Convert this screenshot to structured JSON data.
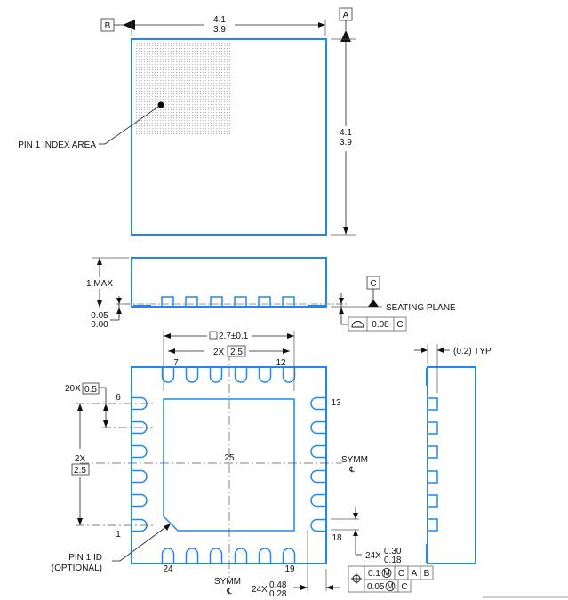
{
  "colors": {
    "package_outline": "#1e88f0",
    "dimension": "#222222"
  },
  "top_view": {
    "datum_a": "A",
    "datum_b": "B",
    "width_max": "4.1",
    "width_min": "3.9",
    "height_max": "4.1",
    "height_min": "3.9",
    "pin1_label": "PIN 1 INDEX AREA"
  },
  "side_view": {
    "height_label": "1 MAX",
    "standoff_max": "0.05",
    "standoff_min": "0.00",
    "datum_c": "C",
    "seating_plane_label": "SEATING PLANE",
    "flatness_symbol": "profile-surface-icon",
    "flatness_value": "0.08",
    "flatness_datum": "C"
  },
  "bottom_view": {
    "pad_size": "2.7±0.1",
    "pitch_span_prefix": "2X",
    "pitch_span_value": "2.5",
    "pin_pitch_prefix": "20X",
    "pin_pitch_value": "0.5",
    "left_span_prefix": "2X",
    "left_span_value": "2.5",
    "pin_labels": {
      "p1": "1",
      "p6": "6",
      "p7": "7",
      "p12": "12",
      "p13": "13",
      "p18": "18",
      "p19": "19",
      "p24": "24",
      "p25": "25"
    },
    "symm_label_right": "SYMM",
    "symm_label_bottom": "SYMM",
    "centerline_symbol": "℄",
    "pin1_id_line1": "PIN 1 ID",
    "pin1_id_line2": "(OPTIONAL)",
    "lead_width_prefix": "24X",
    "lead_width_max": "0.30",
    "lead_width_min": "0.18",
    "lead_length_prefix": "24X",
    "lead_length_max": "0.48",
    "lead_length_min": "0.28",
    "position_tolerance": {
      "symbol": "position-icon",
      "row1": {
        "value": "0.1",
        "modifier": "M",
        "datums": [
          "C",
          "A",
          "B"
        ]
      },
      "row2": {
        "value": "0.05",
        "modifier": "M",
        "datums": [
          "C"
        ]
      }
    }
  },
  "end_view": {
    "typ_label": "(0.2) TYP"
  }
}
